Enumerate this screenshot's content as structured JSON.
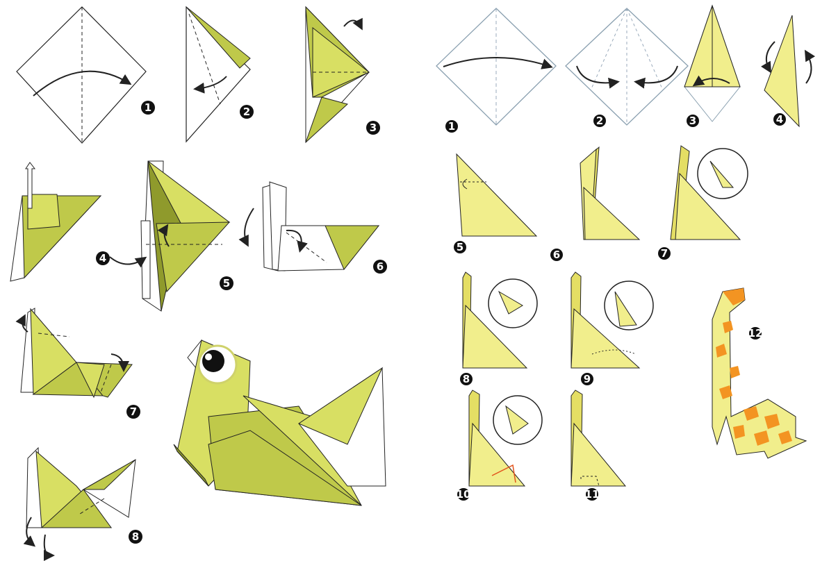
{
  "colors": {
    "bird_light": "#d8df63",
    "bird_mid": "#bfc94a",
    "bird_dark": "#8f9a2c",
    "giraffe_light": "#f1ee8c",
    "giraffe_mid": "#e4de64",
    "giraffe_spot": "#f39422",
    "outline": "#222222",
    "badge": "#111111"
  },
  "bird_steps": [
    {
      "num": "1"
    },
    {
      "num": "2"
    },
    {
      "num": "3"
    },
    {
      "num": "4"
    },
    {
      "num": "5"
    },
    {
      "num": "6"
    },
    {
      "num": "7"
    },
    {
      "num": "8"
    }
  ],
  "giraffe_steps": [
    {
      "num": "1"
    },
    {
      "num": "2"
    },
    {
      "num": "3"
    },
    {
      "num": "4"
    },
    {
      "num": "5"
    },
    {
      "num": "6"
    },
    {
      "num": "7"
    },
    {
      "num": "8"
    },
    {
      "num": "9"
    },
    {
      "num": "10"
    },
    {
      "num": "11"
    },
    {
      "num": "12"
    }
  ]
}
